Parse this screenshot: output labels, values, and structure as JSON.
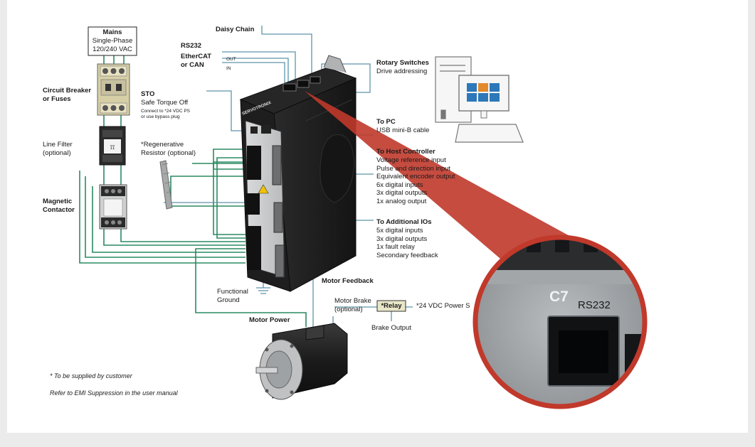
{
  "labels": {
    "mains_title": "Mains",
    "mains_phase": "Single-Phase",
    "mains_voltage": "120/240 VAC",
    "breaker": "Circuit Breaker\nor Fuses",
    "line_filter": "Line Filter\n(optional)",
    "magnetic_contactor": "Magnetic\nContactor",
    "daisy_chain": "Daisy Chain",
    "rs232": "RS232",
    "ethercat": "EtherCAT\nor CAN",
    "out": "OUT",
    "in": "IN",
    "sto_title": "STO",
    "sto_desc": "Safe Torque Off",
    "sto_note": "Connect to *24 VDC PS\nor use bypass plug",
    "regen": "*Regenerative\nResistor (optional)",
    "rotary_title": "Rotary Switches",
    "rotary_desc": "Drive addressing",
    "to_pc_title": "To PC",
    "to_pc_desc": "USB mini-B cable",
    "host_title": "To Host Controller",
    "host_items": "Voltage reference input\nPulse and direction input\nEquivalent encoder output\n6x digital inputs\n3x digital outputs\n1x analog output",
    "ios_title": "To Additional IOs",
    "ios_items": "5x digital inputs\n3x digital outputs\n1x fault relay\nSecondary feedback",
    "functional_ground": "Functional\nGround",
    "motor_feedback": "Motor Feedback",
    "motor_brake": "Motor Brake\n(optional)",
    "relay": "*Relay",
    "power_supply": "*24 VDC Power S",
    "brake_output": "Brake Output",
    "motor_power": "Motor Power",
    "footnote1": "* To be supplied by customer",
    "footnote2": "Refer to EMI Suppression in the user manual",
    "brand": "SERVOTRONIX",
    "zoom_c7": "C7",
    "zoom_rs232": "RS232"
  },
  "colors": {
    "wire_green": "#2a8a62",
    "wire_blue": "#5d94aa",
    "callout_red": "#c0392b",
    "drive_dark": "#1c1c1c",
    "breaker_tan": "#d6cfa6"
  },
  "icons": [
    "computer-icon",
    "monitor-icon",
    "tower-icon",
    "keyboard-icon",
    "servo-drive",
    "motor",
    "circuit-breaker",
    "line-filter",
    "contactor",
    "resistor",
    "ground-icon",
    "rj45-port"
  ]
}
